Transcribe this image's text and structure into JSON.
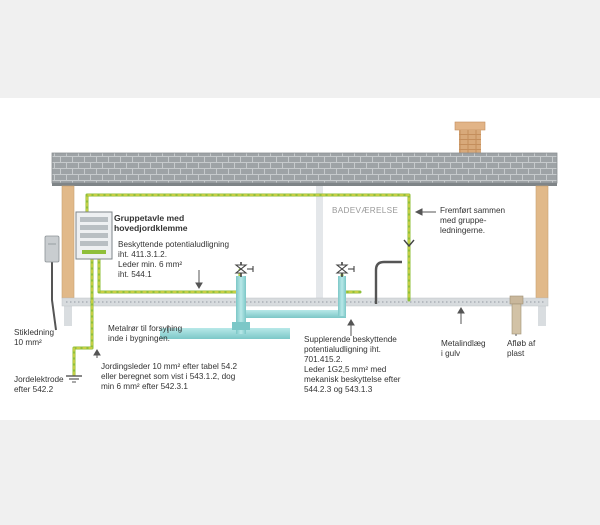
{
  "colors": {
    "background_outer": "#f0f0f0",
    "background_inner": "#ffffff",
    "roof": "#9ea3a6",
    "wood": "#e1b989",
    "chimney": "#d8a97a",
    "water_pipe": "#8ed3d3",
    "ground_wire": "#8fbf3a",
    "ground_wire_dash": "#e6d84a",
    "cable_dark": "#555555",
    "floor": "#d7dbde",
    "text": "#333333"
  },
  "labels": {
    "panel_title_line1": "Gruppetavle med",
    "panel_title_line2": "hovedjordklemme",
    "bonding_line1": "Beskyttende potentialudligning",
    "bonding_line2": "iht. 411.3.1.2.",
    "bonding_line3": "Leder min. 6 mm²",
    "bonding_line4": "iht. 544.1",
    "bathroom": "BADEVÆRELSE",
    "routed_line1": "Fremført sammen",
    "routed_line2": "med gruppe-",
    "routed_line3": "ledningerne.",
    "service_line1": "Stikledning",
    "service_line2": "10 mm²",
    "metal_pipe_line1": "Metalrør til forsyning",
    "metal_pipe_line2": "inde i bygningen.",
    "supp_line1": "Supplerende beskyttende",
    "supp_line2": "potentialudligning iht.",
    "supp_line3": "701.415.2.",
    "supp_line4": "Leder 1G2,5 mm² med",
    "supp_line5": "mekanisk beskyttelse efter",
    "supp_line6": "544.2.3 og 543.1.3",
    "insert_line1": "Metalindlæg",
    "insert_line2": "i gulv",
    "drain_line1": "Afløb af",
    "drain_line2": "plast",
    "earth_conductor_line1": "Jordingsleder 10 mm² efter tabel 54.2",
    "earth_conductor_line2": "eller beregnet som vist i 543.1.2, dog",
    "earth_conductor_line3": "min 6 mm² efter 542.3.1",
    "electrode_line1": "Jordelektrode",
    "electrode_line2": "efter 542.2"
  }
}
